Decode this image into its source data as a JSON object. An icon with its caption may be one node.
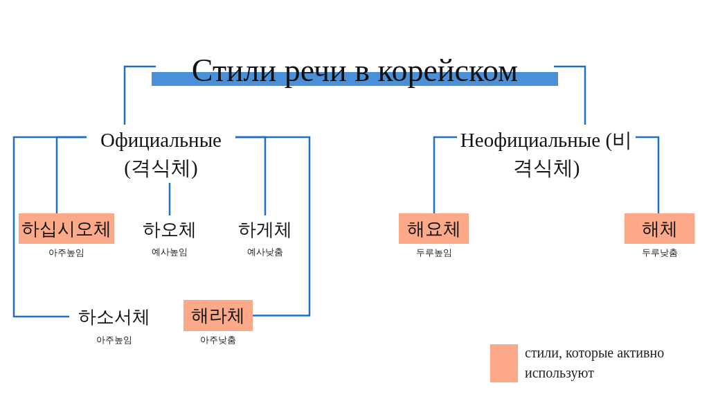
{
  "diagram": {
    "nodes": [
      {
        "text": [
          "Стили речи в корейском"
        ]
      },
      {
        "text": [
          "Официальные (격식체)"
        ]
      },
      {
        "text": [
          "하십시오체"
        ],
        "beside": [
          "아주높임"
        ]
      },
      {
        "text": [
          "하오체"
        ],
        "beside": [
          "예사높임"
        ]
      },
      {
        "text": [
          "하게체"
        ],
        "beside": [
          "예사낮춤"
        ]
      },
      {
        "text": [
          "하소서체"
        ],
        "beside": [
          "아주높임"
        ]
      },
      {
        "text": [
          "해라체"
        ],
        "beside": [
          "아주낮춤"
        ]
      },
      {
        "text": [
          "Неофициальные (비격식체)"
        ]
      },
      {
        "text": [
          "해요체"
        ],
        "beside": [
          "두루높임"
        ]
      },
      {
        "text": [
          "해체"
        ],
        "beside": [
          "두루낮춤"
        ]
      }
    ],
    "edges": [
      {
        "from": 0,
        "to": 1,
        "arrow": "none"
      },
      {
        "from": 0,
        "to": 7,
        "arrow": "none"
      },
      {
        "from": 1,
        "to": 2,
        "arrow": "none"
      },
      {
        "from": 1,
        "to": 3,
        "arrow": "none"
      },
      {
        "from": 1,
        "to": 4,
        "arrow": "none"
      },
      {
        "from": 1,
        "to": 5,
        "arrow": "none"
      },
      {
        "from": 1,
        "to": 6,
        "arrow": "none"
      },
      {
        "from": 7,
        "to": 8,
        "arrow": "none"
      },
      {
        "from": 7,
        "to": 9,
        "arrow": "none"
      }
    ],
    "legend": [
      {
        "text": "стили, которые активно используют",
        "color": "#fca98a"
      }
    ]
  }
}
